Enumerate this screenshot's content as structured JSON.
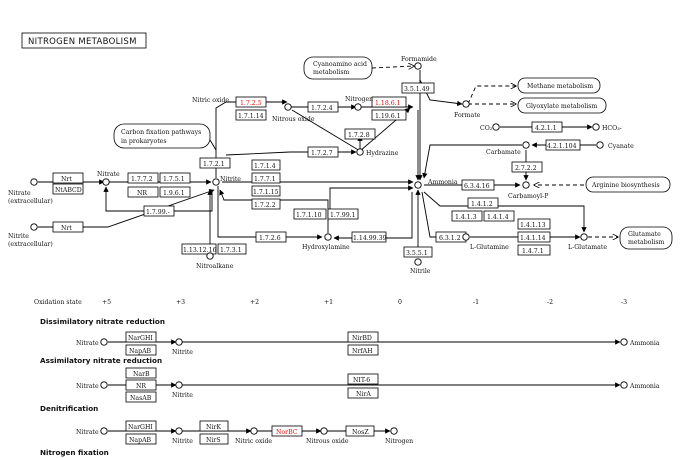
{
  "title": "NITROGEN METABOLISM",
  "compounds": {
    "nitrate_ext": "Nitrate",
    "nitrate_ext_sub": "(extracellular)",
    "nitrite_ext": "Nitrite",
    "nitrite_ext_sub": "(extracellular)",
    "nitrate": "Nitrate",
    "nitrite": "Nitrite",
    "nitric_oxide": "Nitric oxide",
    "nitrous_oxide": "Nitrous oxide",
    "nitrogen": "Nitrogen",
    "formamide": "Formamide",
    "formate": "Formate",
    "hydrazine": "Hydrazine",
    "hydroxylamine": "Hydroxylamine",
    "nitroalkane": "Nitroalkane",
    "ammonia": "Ammonia",
    "nitrile": "Nitrile",
    "co2": "CO₂",
    "hco3": "HCO₃-",
    "carbamate": "Carbamate",
    "cyanate": "Cyanate",
    "carbamoyl_p": "Carbamoyl-P",
    "l_glutamine": "L-Glutamine",
    "l_glutamate": "L-Glutamate"
  },
  "maps": {
    "cyanoamino_1": "Cyanoamino acid",
    "cyanoamino_2": "metabolism",
    "carbon_fix_1": "Carbon fixation pathways",
    "carbon_fix_2": "in prokaryotes",
    "methane": "Methane metabolism",
    "glyoxylate": "Glyoxylate metabolism",
    "arginine": "Arginine biosynthesis",
    "glutamate_1": "Glutamate",
    "glutamate_2": "metabolism"
  },
  "enzymes": {
    "nrt1": "Nrt",
    "narbcd": "NtABCD",
    "nrt2": "Nrt",
    "e1772": "1.7.7.2",
    "e1751": "1.7.5.1",
    "nr": "NR",
    "e1961": "1.9.6.1",
    "e1799": "1.7.99.-",
    "e1725": "1.7.2.5",
    "e17114": "1.7.1.14",
    "e1724": "1.7.2.4",
    "e11861": "1.18.6.1",
    "e11961": "1.19.6.1",
    "e1728": "1.7.2.8",
    "e1727": "1.7.2.7",
    "e3514": "3.5.1.49",
    "e1721": "1.7.2.1",
    "e1714": "1.7.1.4",
    "e1771": "1.7.7.1",
    "e17115": "1.7.1.15",
    "e1722": "1.7.2.2",
    "e17110": "1.7.1.10",
    "e17991": "1.7.99.1",
    "e1149939": "1.14.99.39",
    "e1131216": "1.13.12.16",
    "e1731": "1.7.3.1",
    "e1726": "1.7.2.6",
    "e3551": "3.5.5.1",
    "e4211": "4.2.1.1",
    "e421104": "4.2.1.104",
    "e2722": "2.7.2.2",
    "e63416": "6.3.4.16",
    "e1412": "1.4.1.2",
    "e1413": "1.4.1.3",
    "e1414": "1.4.1.4",
    "e6312": "6.3.1.2",
    "e14113": "1.4.1.13",
    "e14114": "1.4.1.14",
    "e1471": "1.4.7.1"
  },
  "oxidation": {
    "label": "Oxidation state",
    "states": [
      "+5",
      "+3",
      "+2",
      "+1",
      "0",
      "-1",
      "-2",
      "-3"
    ]
  },
  "modules": {
    "dissim": {
      "heading": "Dissimilatory nitrate reduction",
      "nitrate": "Nitrate",
      "nitrite": "Nitrite",
      "ammonia": "Ammonia",
      "enz_a1": "NarGHI",
      "enz_a2": "NapAB",
      "enz_b1": "NirBD",
      "enz_b2": "NrfAH"
    },
    "assim": {
      "heading": "Assimilatory nitrate reduction",
      "nitrate": "Nitrate",
      "nitrite": "Nitrite",
      "ammonia": "Ammonia",
      "enz_a1": "NarB",
      "enz_a2": "NR",
      "enz_a3": "NasAB",
      "enz_b1": "NIT-6",
      "enz_b2": "NirA"
    },
    "denit": {
      "heading": "Denitrification",
      "nitrate": "Nitrate",
      "nitrite": "Nitrite",
      "nitric_oxide": "Nitric oxide",
      "nitrous_oxide": "Nitrous oxide",
      "nitrogen": "Nitrogen",
      "enz_a1": "NarGHI",
      "enz_a2": "NapAB",
      "enz_b1": "NirK",
      "enz_b2": "NirS",
      "enz_c": "NorBC",
      "enz_d": "NosZ"
    },
    "fix": {
      "heading": "Nitrogen fixation"
    }
  },
  "colors": {
    "highlight": "#dd1111",
    "line": "#000000",
    "background": "#ffffff"
  }
}
